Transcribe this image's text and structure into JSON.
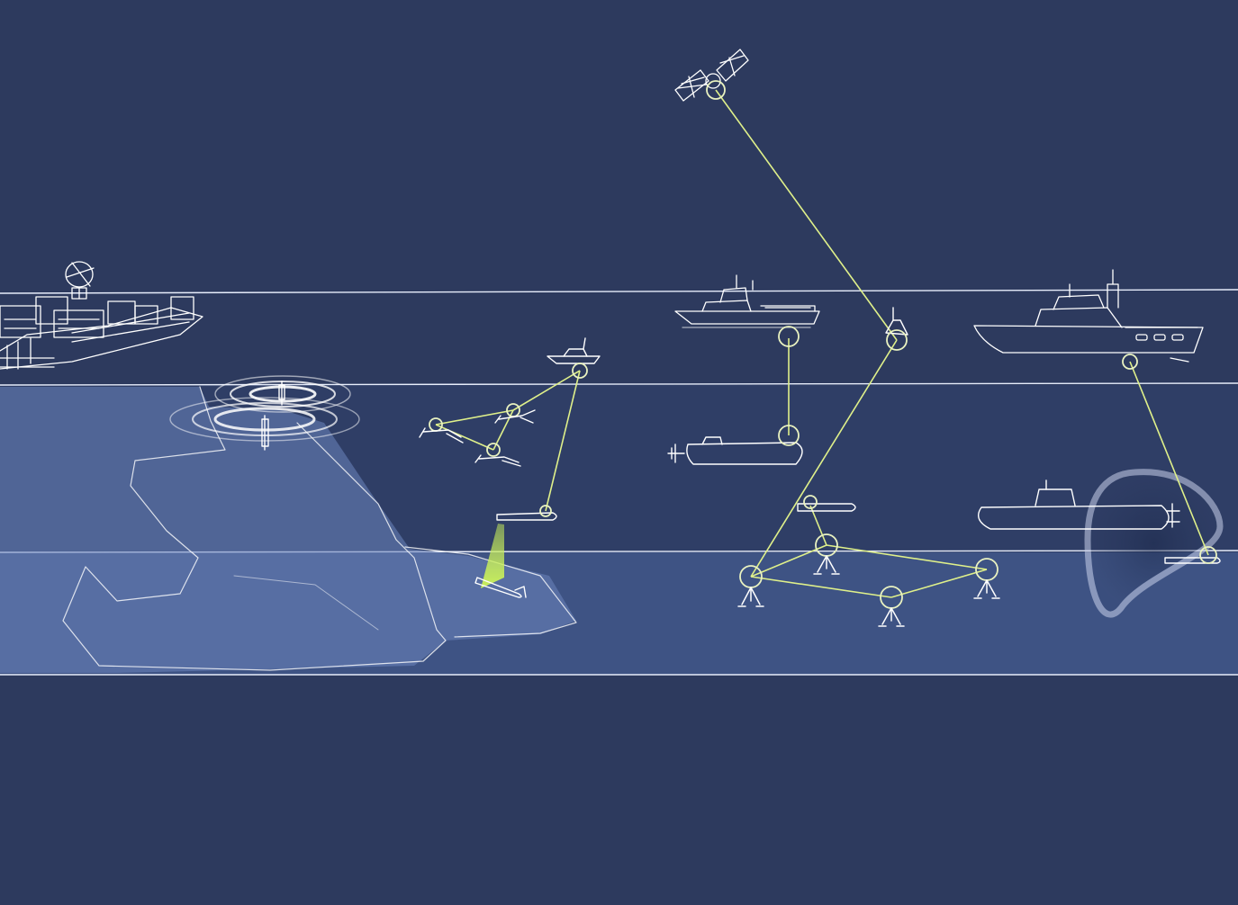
{
  "diagram": {
    "colors": {
      "background": "#2d3a5e",
      "water_column": "#33456e",
      "seabed_band": "#3f5486",
      "terrain_fill": "#6b85bd",
      "link_line": "#dff08a",
      "sonar_beam": "#c9f05a",
      "outline": "#ffffff"
    },
    "layers": [
      "air",
      "sea-surface",
      "water-column",
      "seabed"
    ],
    "elements": [
      {
        "id": "shore-station",
        "icon": "coastal-station-with-radar-dish"
      },
      {
        "id": "seafloor-buoy-beacon",
        "icon": "buoy-with-acoustic-rings"
      },
      {
        "id": "usv-small",
        "icon": "unmanned-surface-vessel"
      },
      {
        "id": "diver-1",
        "icon": "diver"
      },
      {
        "id": "diver-2",
        "icon": "diver"
      },
      {
        "id": "diver-3",
        "icon": "diver"
      },
      {
        "id": "auv-sonar",
        "icon": "auv-with-sonar-beam"
      },
      {
        "id": "auv-seabed",
        "icon": "auv-on-seabed"
      },
      {
        "id": "satellite",
        "icon": "satellite"
      },
      {
        "id": "patrol-ship",
        "icon": "surface-ship"
      },
      {
        "id": "surface-buoy",
        "icon": "communication-buoy"
      },
      {
        "id": "submarine-small",
        "icon": "submarine"
      },
      {
        "id": "auv-midwater",
        "icon": "auv"
      },
      {
        "id": "seabed-node-1",
        "icon": "seabed-sensor-lander"
      },
      {
        "id": "seabed-node-2",
        "icon": "seabed-sensor-lander"
      },
      {
        "id": "seabed-node-3",
        "icon": "seabed-sensor-lander"
      },
      {
        "id": "seabed-node-4",
        "icon": "seabed-sensor-lander"
      },
      {
        "id": "frigate",
        "icon": "surface-ship"
      },
      {
        "id": "submarine-large",
        "icon": "submarine"
      },
      {
        "id": "auv-right",
        "icon": "auv"
      },
      {
        "id": "detection-zone",
        "icon": "sonar-detection-zone"
      }
    ],
    "links": [
      [
        "usv-small",
        "diver-1"
      ],
      [
        "usv-small",
        "auv-sonar"
      ],
      [
        "diver-1",
        "diver-2"
      ],
      [
        "diver-2",
        "diver-3"
      ],
      [
        "diver-3",
        "diver-1"
      ],
      [
        "satellite",
        "surface-buoy"
      ],
      [
        "surface-buoy",
        "seabed-node-1"
      ],
      [
        "patrol-ship",
        "submarine-small"
      ],
      [
        "auv-midwater",
        "seabed-node-2"
      ],
      [
        "seabed-node-1",
        "seabed-node-2"
      ],
      [
        "seabed-node-1",
        "seabed-node-3"
      ],
      [
        "seabed-node-2",
        "seabed-node-4"
      ],
      [
        "seabed-node-3",
        "seabed-node-4"
      ],
      [
        "frigate",
        "auv-right"
      ]
    ]
  }
}
